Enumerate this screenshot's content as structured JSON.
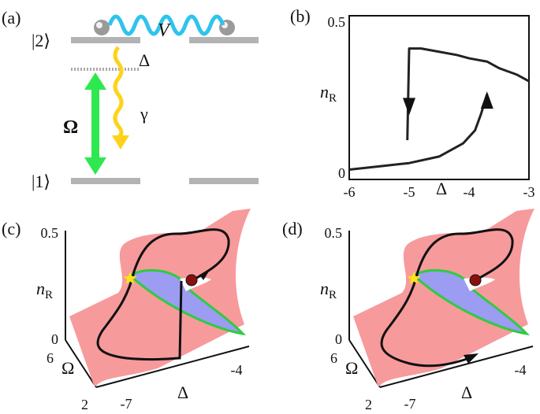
{
  "panels": {
    "a": {
      "label": "(a)",
      "level_2": "|2⟩",
      "level_1": "|1⟩",
      "coupling": "V",
      "detuning": "Δ",
      "decay": "γ",
      "drive": "Ω",
      "colors": {
        "level": "#b3b3b3",
        "coupling": "#2ec4ec",
        "decay": "#ffd21a",
        "drive": "#2ee84f"
      }
    },
    "b": {
      "label": "(b)",
      "xlabel": "Δ",
      "ylabel_main": "n",
      "ylabel_sub": "R",
      "xticks": [
        "-6",
        "-5",
        "-4",
        "-3"
      ],
      "yticks": [
        "0",
        "0.5"
      ]
    },
    "c": {
      "label": "(c)",
      "xlabel": "Δ",
      "ylabel_main": "n",
      "ylabel_sub": "R",
      "omega_label": "Ω",
      "xticks": [
        "-7",
        "-4"
      ],
      "omega_ticks": [
        "6",
        "2"
      ],
      "zticks": [
        "0.5",
        "0"
      ]
    },
    "d": {
      "label": "(d)",
      "xlabel": "Δ",
      "ylabel_main": "n",
      "ylabel_sub": "R",
      "omega_label": "Ω",
      "xticks": [
        "-7",
        "-4"
      ],
      "omega_ticks": [
        "6",
        "2"
      ],
      "zticks": [
        "0.5",
        "0"
      ]
    }
  },
  "colors": {
    "surface_stable": "#f79a9c",
    "surface_bistable": "#9b9cf2",
    "boundary": "#2ecc40",
    "star": "#ffe11a",
    "marker": "#8a1010"
  },
  "chart_data": {
    "type": "line",
    "title": "",
    "xlabel": "Δ",
    "ylabel": "nR",
    "xlim": [
      -6,
      -3
    ],
    "ylim": [
      0,
      0.5
    ],
    "series": [
      {
        "x": [
          -6,
          -5.5,
          -5.0,
          -4.5,
          -4.1,
          -3.9,
          -3.8,
          -3.7
        ],
        "y": [
          0.03,
          0.04,
          0.05,
          0.07,
          0.11,
          0.15,
          0.2,
          0.26
        ]
      },
      {
        "x": [
          -5.03,
          -5.0,
          -4.8,
          -4.5,
          -4.2,
          -4.0,
          -3.7,
          -3.5,
          -3.2,
          -3.0
        ],
        "y": [
          0.12,
          0.4,
          0.4,
          0.39,
          0.38,
          0.37,
          0.36,
          0.34,
          0.32,
          0.3
        ]
      }
    ],
    "transitions": [
      {
        "x": -5.0,
        "from": 0.4,
        "to": 0.05,
        "direction": "down"
      },
      {
        "x": -3.7,
        "from": 0.12,
        "to": 0.36,
        "direction": "up"
      }
    ]
  }
}
